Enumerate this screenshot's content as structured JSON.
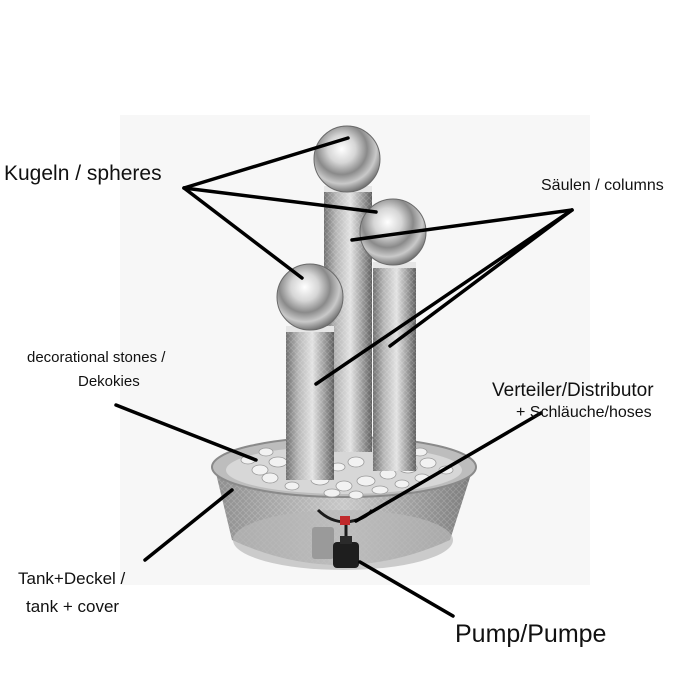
{
  "labels": {
    "spheres": "Kugeln / spheres",
    "columns": "Säulen / columns",
    "stones_line1": "decorational stones /",
    "stones_line2": "Dekokies",
    "distributor_line1": "Verteiler/Distributor",
    "distributor_line2": "+ Schläuche/hoses",
    "tank_line1": "Tank+Deckel /",
    "tank_line2": "tank + cover",
    "pump": "Pump/Pumpe"
  },
  "colors": {
    "background": "#ffffff",
    "leader_lines": "#000000",
    "steel_light": "#d9d9d9",
    "steel_dark": "#7a7a7a",
    "stones": "#f4f4f4",
    "tank": "#a9a9a9",
    "hose_accent": "#c0292b"
  }
}
